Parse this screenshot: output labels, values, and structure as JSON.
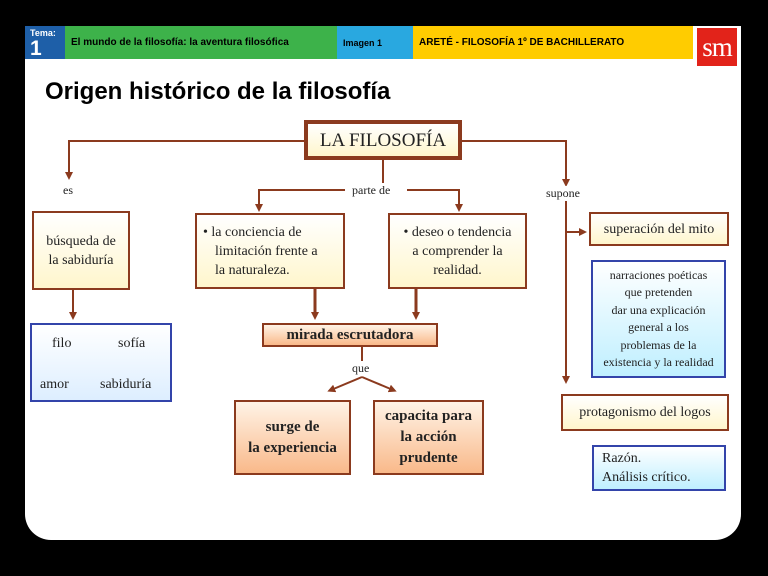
{
  "header": {
    "tema_label": "Tema:",
    "tema_number": "1",
    "topic": "El mundo de la filosofía: la aventura filosófica",
    "image_label": "Imagen 1",
    "book": "ARETÉ - FILOSOFÍA 1º DE BACHILLERATO",
    "logo": "sm"
  },
  "title": "Origen histórico de la filosofía",
  "diagram": {
    "root": "LA FILOSOFÍA",
    "connector_es": "es",
    "connector_parte": "parte de",
    "connector_supone": "supone",
    "connector_que": "que",
    "busqueda": [
      "búsqueda de",
      "la sabiduría"
    ],
    "filo": "filo",
    "amor": "amor",
    "sofia": "sofía",
    "sabiduria": "sabiduría",
    "conciencia": [
      "• la conciencia de",
      "limitación frente a",
      "la naturaleza."
    ],
    "deseo": [
      "• deseo o tendencia",
      "a comprender la",
      "realidad."
    ],
    "mirada": "mirada escrutadora",
    "surge": [
      "surge de",
      "la experiencia"
    ],
    "capacita": [
      "capacita para",
      "la acción",
      "prudente"
    ],
    "superacion": "superación del mito",
    "narraciones": [
      "narraciones poéticas",
      "que pretenden",
      "dar una explicación",
      "general a los",
      "problemas de la",
      "existencia y la realidad"
    ],
    "protagonismo": "protagonismo del logos",
    "razon": [
      "Razón.",
      "Análisis crítico."
    ]
  },
  "colors": {
    "tema_bg": "#1E5FA8",
    "topic_bg": "#3DB24A",
    "image_bg": "#29A8E0",
    "book_bg": "#FFCC00",
    "logo_bg": "#E2231A",
    "connector": "#8B3A1E",
    "blue_border": "#3344AA"
  }
}
